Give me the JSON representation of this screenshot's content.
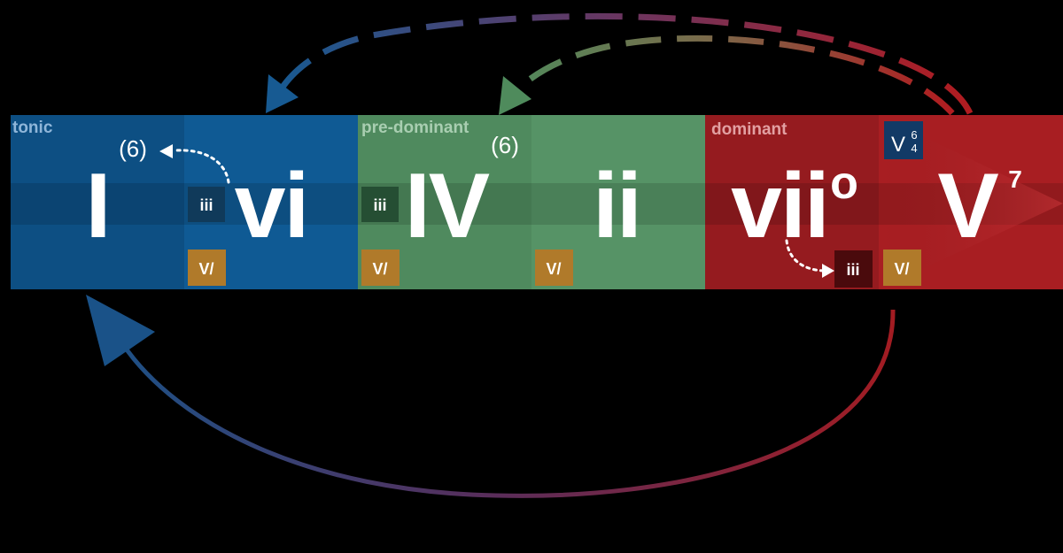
{
  "colors": {
    "background": "#000000",
    "tonic": "#0f5a94",
    "predominant": "#569366",
    "dominant": "#951b1f",
    "dominant_light": "#a81e22",
    "secondary_badge": "#b07a2a",
    "mediant_badge_blue": "#103a5a",
    "mediant_badge_green": "#254e33",
    "mediant_badge_red": "#4a0a0c",
    "cadential_badge": "#123a66"
  },
  "sections": {
    "tonic": "tonic",
    "predominant": "pre-dominant",
    "dominant": "dominant"
  },
  "chords": {
    "I": "I",
    "vi": "vi",
    "IV": "IV",
    "ii": "ii",
    "vii": "vii",
    "vii_symbol": "o",
    "V": "V",
    "V_superscript": "7"
  },
  "inversions": {
    "tonic_first": "(6)",
    "predominant_first": "(6)"
  },
  "badges": {
    "mediant": "iii",
    "secondary": "V/",
    "cadential_base": "V",
    "cadential_top": "6",
    "cadential_bottom": "4"
  }
}
